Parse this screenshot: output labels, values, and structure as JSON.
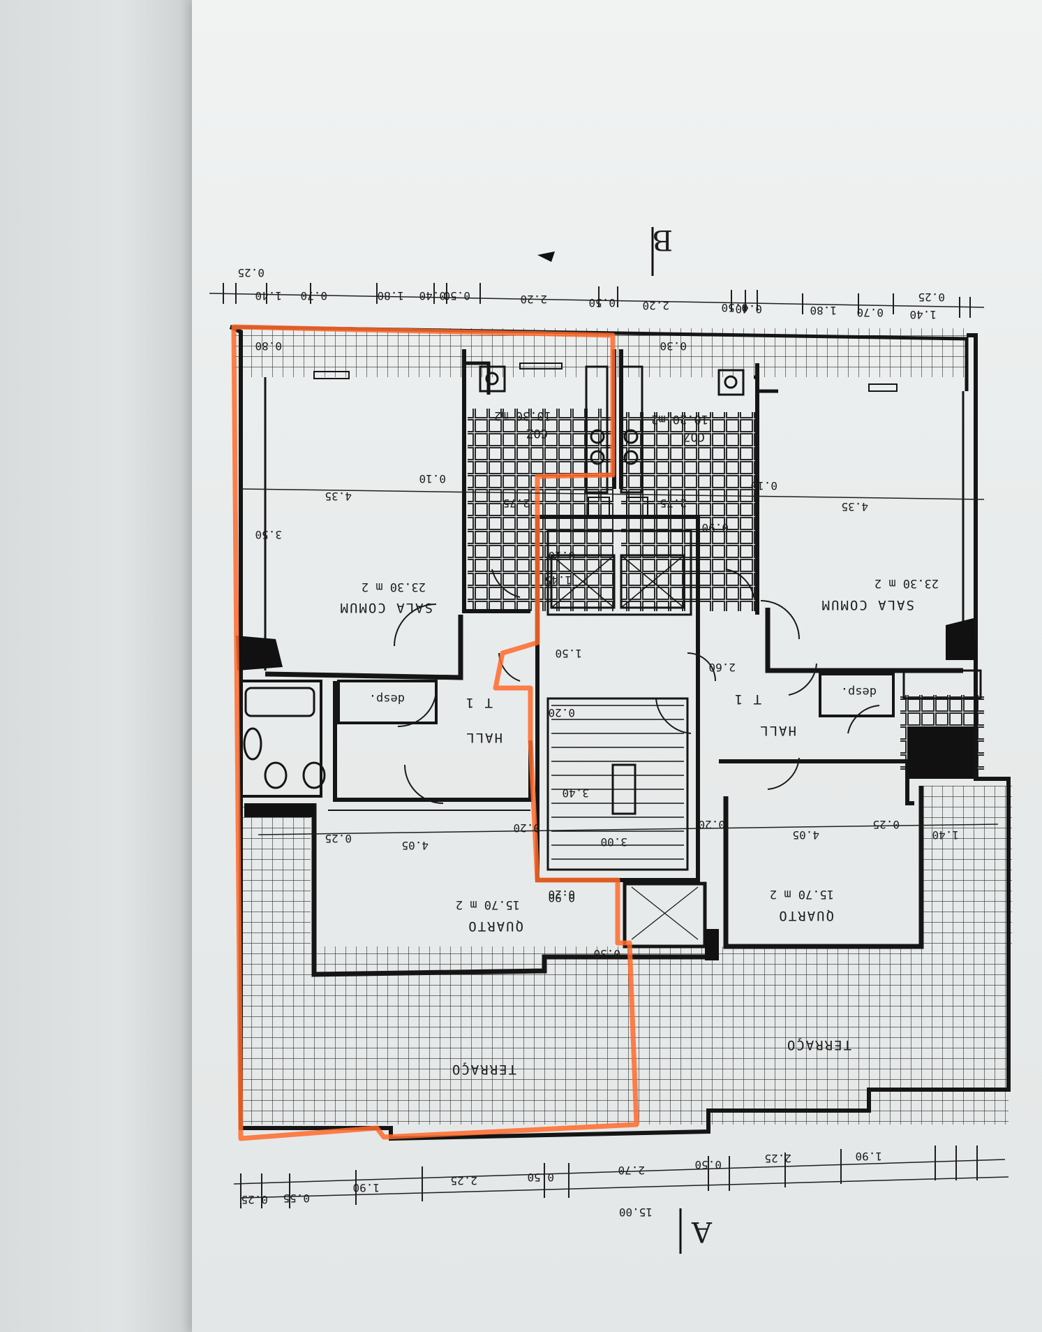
{
  "labels": {
    "sectionA": "A",
    "sectionB": "B",
    "totalWidth": "15.00"
  },
  "rooms": {
    "left": {
      "sala": "SALA COMUM",
      "salaArea": "23.30 m 2",
      "hall": "HALL",
      "hallType": "T 1",
      "desp": "desp.",
      "quarto": "QUARTO",
      "quartoArea": "15.70 m 2",
      "terraco": "TERRAÇO",
      "cozinha": "COZ",
      "cozinhaArea": "10.30 m2"
    },
    "right": {
      "sala": "SALA COMUM",
      "salaArea": "23.30 m 2",
      "hall": "HALL",
      "hallType": "T 1",
      "desp": "desp.",
      "quarto": "QUARTO",
      "quartoArea": "15.70 m 2",
      "terraco": "TERRAÇO",
      "cozinha": "COZ",
      "cozinhaArea": "10.20 m2"
    }
  },
  "dimensions": {
    "top": [
      "0.25",
      "1.40",
      "0.70",
      "1.80",
      "0.40",
      "0.50",
      "2.20",
      "0.50",
      "2.20",
      "0.50",
      "0.40",
      "1.80",
      "0.70",
      "1.40",
      "0.25"
    ],
    "bottom": [
      "1.90",
      "2.25",
      "0.50",
      "2.70",
      "0.50",
      "2.25",
      "1.90",
      "0.55",
      "0.25"
    ],
    "inner": [
      "4.35",
      "4.35",
      "4.05",
      "4.05",
      "3.50",
      "2.75",
      "2.75",
      "1.50",
      "1.45",
      "3.40",
      "3.00",
      "2.60",
      "0.10",
      "0.10",
      "0.20",
      "0.20",
      "0.20",
      "0.20",
      "0.25",
      "0.25",
      "0.30",
      "0.30",
      "0.80",
      "0.90",
      "0.90",
      "0.10",
      "1.40"
    ]
  }
}
